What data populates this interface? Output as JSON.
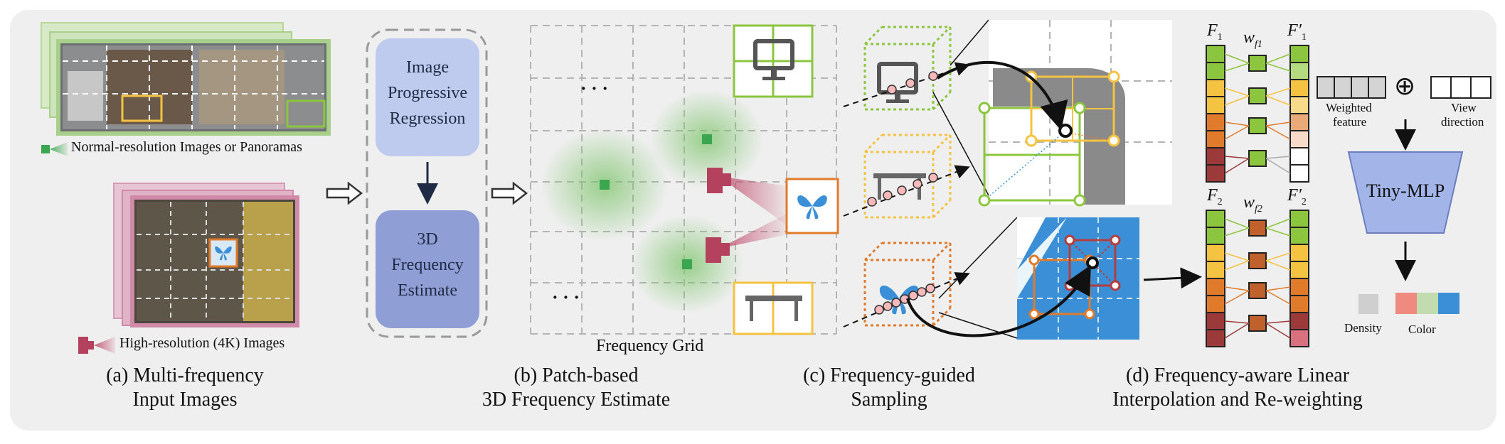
{
  "section_a": {
    "label_normal": "Normal-resolution Images or Panoramas",
    "label_high": "High-resolution (4K)  Images",
    "caption_line1": "(a)  Multi-frequency",
    "caption_line2": "Input Images"
  },
  "section_b": {
    "box_top": [
      "Image",
      "Progressive",
      "Regression"
    ],
    "box_bottom": [
      "3D",
      "Frequency",
      "Estimate"
    ],
    "grid_label": "Frequency Grid",
    "ellipsis": "· · ·",
    "caption_line1": "(b) Patch-based",
    "caption_line2": "3D Frequency Estimate"
  },
  "section_c": {
    "caption_line1": "(c) Frequency-guided",
    "caption_line2": "Sampling"
  },
  "section_d": {
    "f1": "F",
    "f1_sub": "1",
    "wf1": "w",
    "wf1_sub": "f1",
    "f1p": "F′",
    "f1p_sub": "1",
    "f2": "F",
    "f2_sub": "2",
    "wf2": "w",
    "wf2_sub": "f2",
    "f2p": "F′",
    "f2p_sub": "2",
    "weighted_feature": [
      "Weighted",
      "feature"
    ],
    "view_direction": [
      "View",
      "direction"
    ],
    "oplus": "⊕",
    "mlp": "Tiny-MLP",
    "density": "Density",
    "color": "Color",
    "caption_line1": "(d) Frequency-aware Linear",
    "caption_line2": "Interpolation and Re-weighting"
  },
  "colors": {
    "green": "#8cc63f",
    "yellow": "#f5c342",
    "orange": "#e07b2c",
    "pink": "#c0506e",
    "blue": "#3a8fd6",
    "purple_box": "#8f9fd6"
  }
}
